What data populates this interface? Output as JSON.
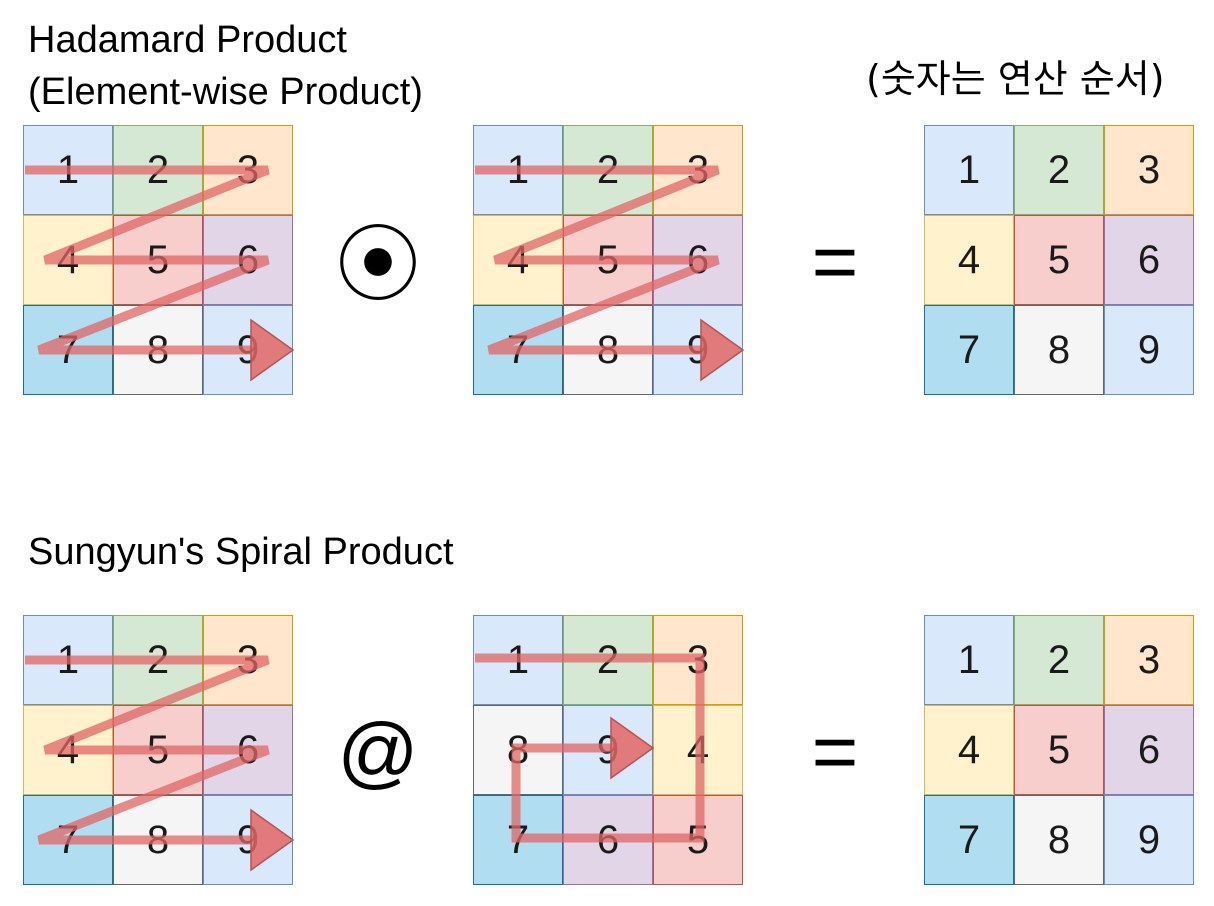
{
  "titles": {
    "hadamard": "Hadamard Product",
    "hadamard_sub": "(Element-wise Product)",
    "spiral": "Sungyun's Spiral Product",
    "note": "(숫자는 연산 순서)"
  },
  "operators": {
    "hadamard_symbol": "⦿",
    "spiral_symbol": "@",
    "equals": "="
  },
  "colors": {
    "blue": {
      "fill": "#dae8fc",
      "stroke": "#6c8ebf"
    },
    "green": {
      "fill": "#d5e8d4",
      "stroke": "#82b366"
    },
    "orange": {
      "fill": "#ffe6cc",
      "stroke": "#d79b00"
    },
    "yellow": {
      "fill": "#fff2cc",
      "stroke": "#d6b656"
    },
    "red": {
      "fill": "#f8cecc",
      "stroke": "#b85450"
    },
    "purple": {
      "fill": "#e1d5e7",
      "stroke": "#9673a6"
    },
    "cyan": {
      "fill": "#b1ddf0",
      "stroke": "#10739e"
    },
    "gray": {
      "fill": "#f5f5f5",
      "stroke": "#666666"
    },
    "arrow": "#e06666"
  },
  "grids": {
    "zigzag": {
      "numbers": [
        "1",
        "2",
        "3",
        "4",
        "5",
        "6",
        "7",
        "8",
        "9"
      ],
      "colors": [
        "blue",
        "green",
        "orange",
        "yellow",
        "red",
        "purple",
        "cyan",
        "gray",
        "blue"
      ]
    },
    "spiral": {
      "numbers": [
        "1",
        "2",
        "3",
        "8",
        "9",
        "4",
        "7",
        "6",
        "5"
      ],
      "colors": [
        "blue",
        "green",
        "orange",
        "gray",
        "blue",
        "yellow",
        "cyan",
        "purple",
        "red"
      ]
    }
  }
}
